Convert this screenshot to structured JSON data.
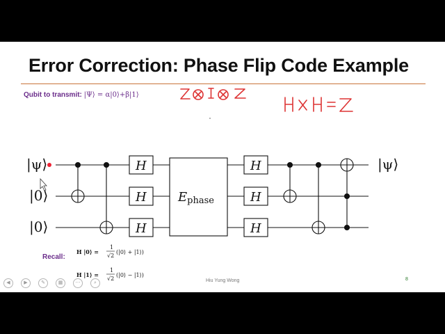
{
  "slide": {
    "title": "Error Correction: Phase Flip Code Example",
    "qubit_label": "Qubit to transmit:",
    "qubit_state": "|Ψ⟩ = α|0⟩+β|1⟩",
    "recall_label": "Recall:",
    "author": "Hiu Yung Wong",
    "page_number": "8"
  },
  "circuit": {
    "inputs": [
      "|ψ⟩",
      "|0⟩",
      "|0⟩"
    ],
    "output": "|ψ⟩",
    "hadamard_label": "H",
    "error_label_main": "E",
    "error_label_sub": "phase"
  },
  "recall_formulas": [
    {
      "lhs": "H |0⟩ =",
      "frac": "1",
      "den": "√2",
      "rhs": "(|0⟩ + |1⟩)"
    },
    {
      "lhs": "H |1⟩ =",
      "frac": "1",
      "den": "√2",
      "rhs": "(|0⟩ − |1⟩)"
    }
  ],
  "annotations": {
    "handwritten_top": "Z⊗I⊗Z",
    "handwritten_right": "HXH=Z"
  },
  "colors": {
    "accent_rule": "#c8743a",
    "label_purple": "#6a2c8a",
    "ink_red": "#d33333"
  },
  "controls": [
    "prev-icon",
    "next-icon",
    "pen-icon",
    "slides-icon",
    "more-icon",
    "zoom-icon"
  ]
}
